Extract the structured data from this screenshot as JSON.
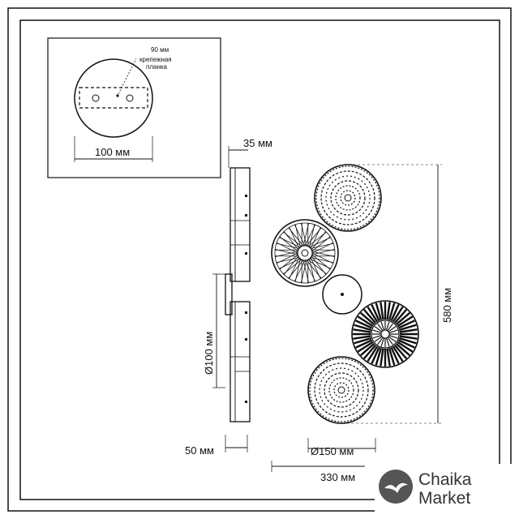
{
  "inset": {
    "width_label": "100 мм",
    "plate_width_label": "90 мм",
    "plate_name_line1": "крепежная",
    "plate_name_line2": "планка"
  },
  "side_view": {
    "depth_label": "35 мм",
    "diameter_label": "Ø100 мм",
    "base_label": "50 мм"
  },
  "front_view": {
    "height_label": "580 мм",
    "disc_diameter_label": "Ø150 мм",
    "total_width_label": "330 мм"
  },
  "watermark": {
    "line1": "Chaika",
    "line2": "Market"
  }
}
